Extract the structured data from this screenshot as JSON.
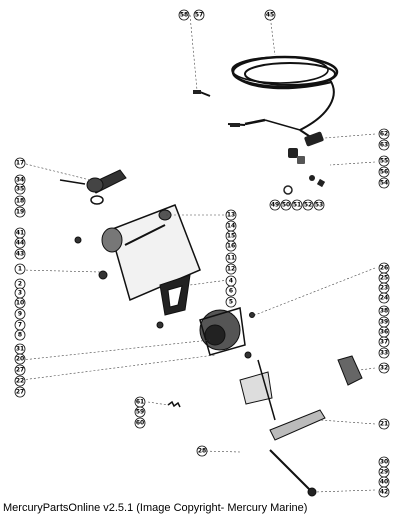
{
  "footer": "MercuryPartsOnline v2.5.1 (Image Copyright- Mercury Marine)",
  "callouts": {
    "c58": "58",
    "c57": "57",
    "c45": "45",
    "c62": "62",
    "c63": "63",
    "c55": "55",
    "c56": "56",
    "c54": "54",
    "c49": "49",
    "c50": "50",
    "c51": "51",
    "c52": "52",
    "c53": "53",
    "c17": "17",
    "c34": "34",
    "c35": "35",
    "c18": "18",
    "c19": "19",
    "c41": "41",
    "c44": "44",
    "c43": "43",
    "c1": "1",
    "c2": "2",
    "c3": "3",
    "c10": "10",
    "c9": "9",
    "c7": "7",
    "c8": "8",
    "c31": "31",
    "c20": "20",
    "c27": "27",
    "c22": "22",
    "c27b": "27",
    "c13": "13",
    "c14": "14",
    "c15": "15",
    "c16": "16",
    "c11": "11",
    "c12": "12",
    "c4": "4",
    "c6": "6",
    "c5": "5",
    "c26": "26",
    "c25": "25",
    "c23": "23",
    "c24": "24",
    "c38": "38",
    "c39": "39",
    "c36": "36",
    "c37": "37",
    "c33": "33",
    "c32": "32",
    "c61": "61",
    "c59": "59",
    "c60": "60",
    "c28": "28",
    "c21": "21",
    "c30": "30",
    "c29": "29",
    "c40": "40",
    "c42": "42"
  }
}
